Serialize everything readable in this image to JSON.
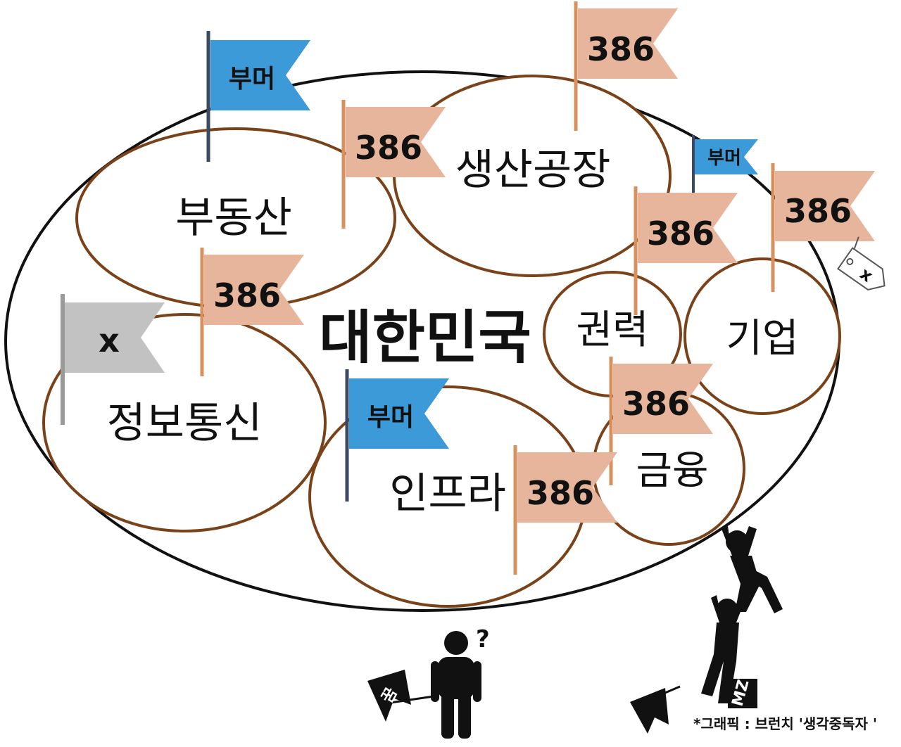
{
  "country": "대한민국",
  "regions": {
    "real_estate": "부동산",
    "factory": "생산공장",
    "telecom": "정보통신",
    "infra": "인프라",
    "power": "권력",
    "company": "기업",
    "finance": "금융"
  },
  "flags": {
    "gen386": "386",
    "parents": "부머",
    "none": "x"
  },
  "tag_mark": "x",
  "question_mark": "?",
  "signs": {
    "youth": "꿈",
    "mz": "MZ"
  },
  "credit": "*그래픽 : 브런치 '생각중독자 '",
  "colors": {
    "gen386_flag": "#e7b59b",
    "gen386_pole": "#d8905f",
    "parents_flag": "#3d9ad9",
    "parents_pole": "#3b4a63",
    "none_flag": "#c2c2c2",
    "none_pole": "#9a9a9a",
    "region_outline": "#7a4219",
    "country_outline": "#111111"
  }
}
